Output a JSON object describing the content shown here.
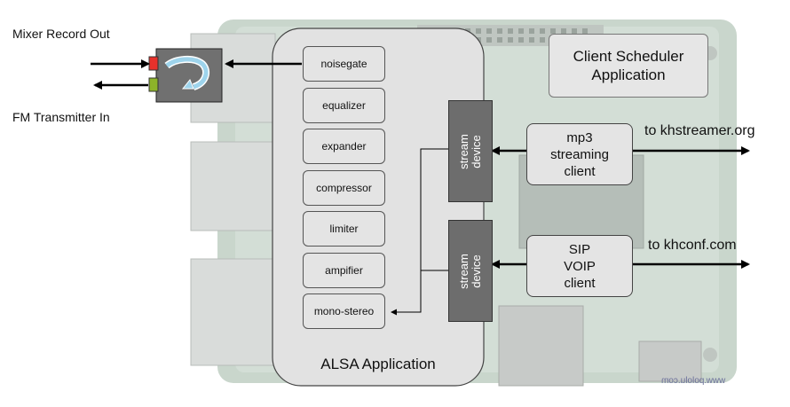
{
  "labels": {
    "mixer_out": "Mixer Record Out",
    "fm_in": "FM Transmitter In",
    "alsa_app": "ALSA Application",
    "scheduler": "Client Scheduler\nApplication",
    "to_streamer": "to khstreamer.org",
    "to_conf": "to khconf.com",
    "watermark": "www.pololu.com"
  },
  "filters": [
    "noisegate",
    "equalizer",
    "expander",
    "compressor",
    "limiter",
    "ampifier",
    "mono-stereo"
  ],
  "stream_device": "stream\ndevice",
  "clients": {
    "mp3": "mp3\nstreaming\nclient",
    "sip": "SIP\nVOIP\nclient"
  },
  "colors": {
    "board": "#c9d6cc",
    "panel": "#e2e2e2",
    "stream": "#6d6d6d",
    "jack_red": "#e8312b",
    "jack_green": "#8db32a"
  }
}
